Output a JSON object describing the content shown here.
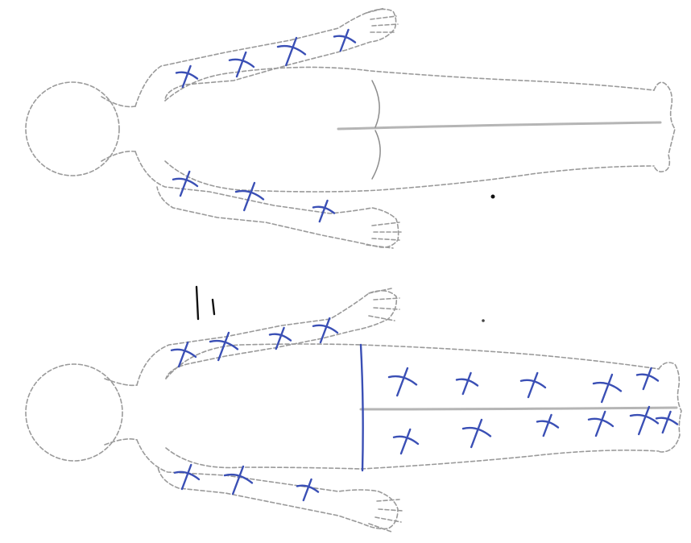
{
  "figure": {
    "kind": "body-chart",
    "views": [
      "front",
      "back"
    ],
    "orientation": "rotated-90-head-left",
    "colors": {
      "outline": "#9a9a9a",
      "ink": "#3a4fb5",
      "background": "#ffffff"
    },
    "front_view": {
      "mark_count": 7
    },
    "back_view": {
      "mark_count": 18
    }
  }
}
